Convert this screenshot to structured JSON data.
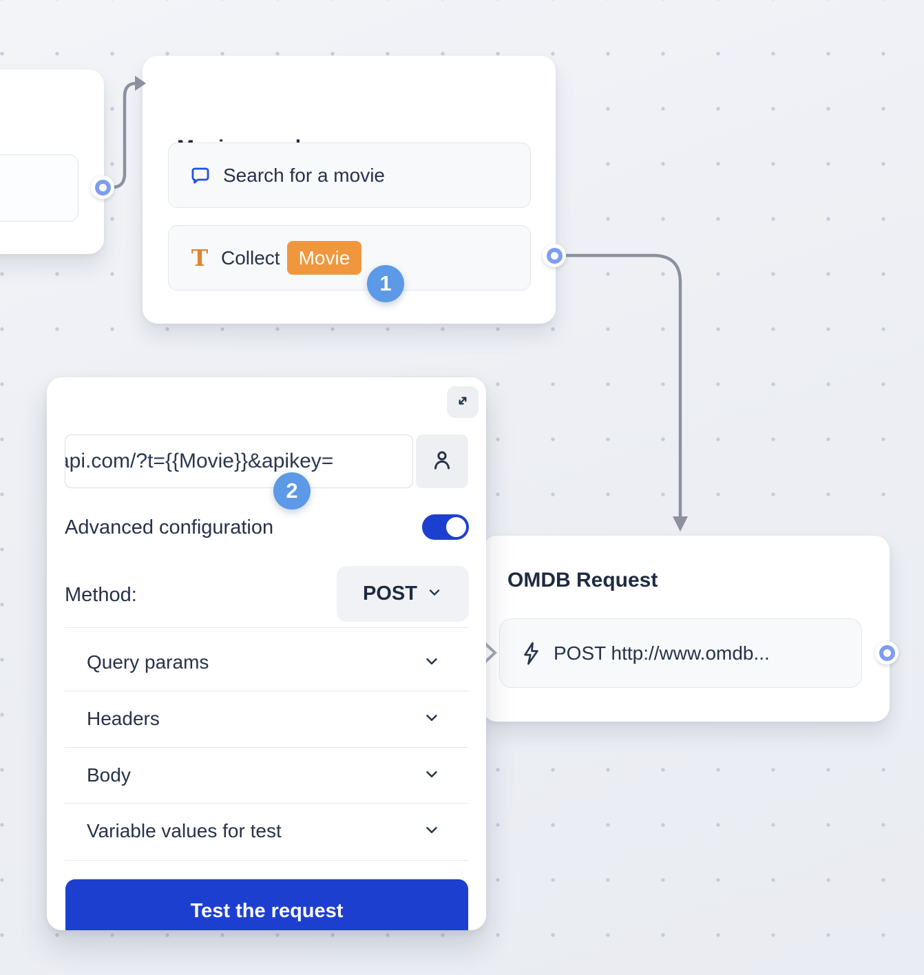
{
  "colors": {
    "accent_blue": "#1d3fd0",
    "badge_blue": "#5c99e6",
    "port_blue": "#7e9cf2",
    "connector_gray": "#8b919d",
    "chip_orange": "#f0973d",
    "icon_orange": "#e08430",
    "chat_icon_blue": "#2050e0",
    "text_dark": "#263249",
    "canvas_bg": "#edeff4",
    "dot_color": "#c6cdd9"
  },
  "nodes": {
    "movie_search": {
      "title": "Movie search",
      "step_badge": "1",
      "items": [
        {
          "icon": "chat-bubble-icon",
          "label": "Search for a movie"
        },
        {
          "icon": "text-collect-icon",
          "label": "Collect",
          "variable_chip": "Movie"
        }
      ]
    },
    "omdb_request": {
      "title": "OMDB Request",
      "items": [
        {
          "icon": "lightning-icon",
          "label": "POST http://www.omdb..."
        }
      ]
    }
  },
  "panel": {
    "step_badge": "2",
    "url_input": {
      "value": "api.com/?t={{Movie}}&apikey="
    },
    "advanced_toggle": {
      "label": "Advanced configuration",
      "state": "on"
    },
    "method": {
      "label": "Method:",
      "value": "POST"
    },
    "sections": [
      "Query params",
      "Headers",
      "Body",
      "Variable values for test"
    ],
    "test_button_label": "Test the request"
  }
}
